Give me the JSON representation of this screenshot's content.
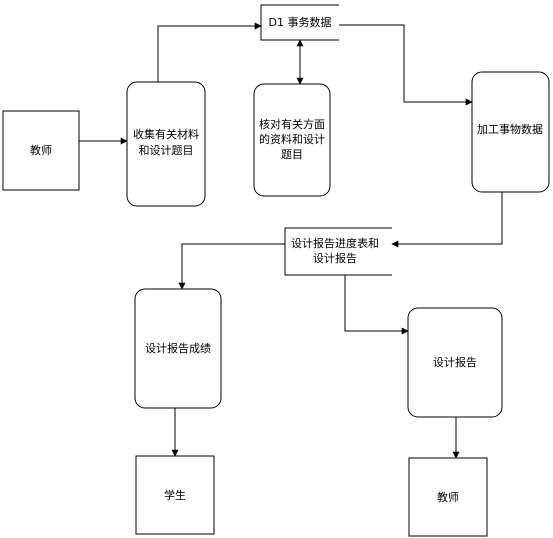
{
  "colors": {
    "stroke": "#000000",
    "fill": "#ffffff",
    "text": "#000000"
  },
  "nodes": {
    "teacher_source": {
      "lines": [
        "教师"
      ]
    },
    "collect": {
      "lines": [
        "收集有关材料",
        "和设计题目"
      ]
    },
    "d1": {
      "lines": [
        "D1 事务数据"
      ]
    },
    "verify": {
      "lines": [
        "核对有关方面",
        "的资料和设计",
        "题目"
      ]
    },
    "process": {
      "lines": [
        "加工事物数据"
      ]
    },
    "schedule": {
      "lines": [
        "设计报告进度表和",
        "设计报告"
      ]
    },
    "grade": {
      "lines": [
        "设计报告成绩"
      ]
    },
    "report": {
      "lines": [
        "设计报告"
      ]
    },
    "student": {
      "lines": [
        "学生"
      ]
    },
    "teacher_sink": {
      "lines": [
        "教师"
      ]
    }
  }
}
